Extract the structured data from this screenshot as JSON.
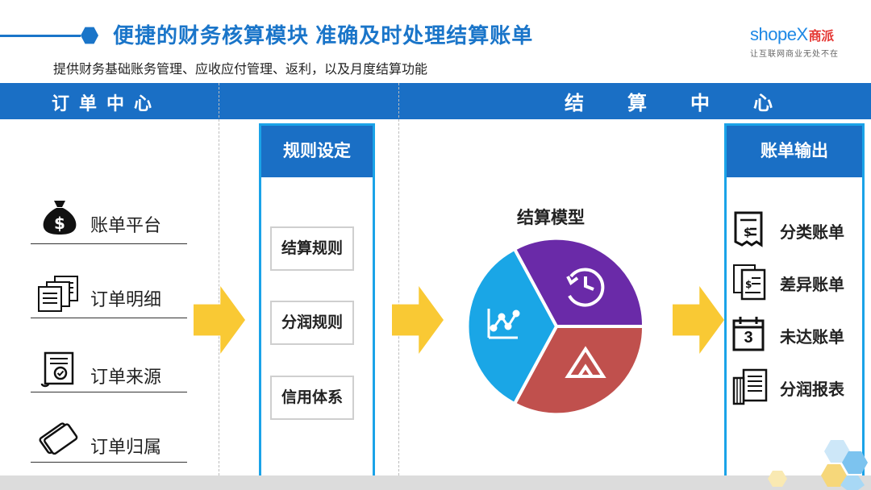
{
  "header": {
    "title": "便捷的财务核算模块 准确及时处理结算账单",
    "subtitle": "提供财务基础账务管理、应收应付管理、返利，以及月度结算功能",
    "logo_text": "shopeX",
    "logo_cn": "商派",
    "logo_tagline": "让互联网商业无处不在"
  },
  "band": {
    "left_label": "订单中心",
    "right_chars": [
      "结",
      "算",
      "中",
      "心"
    ]
  },
  "order_list": [
    {
      "label": "账单平台",
      "icon": "money-bag-icon"
    },
    {
      "label": "订单明细",
      "icon": "documents-icon"
    },
    {
      "label": "订单来源",
      "icon": "certificate-icon"
    },
    {
      "label": "订单归属",
      "icon": "tags-icon"
    }
  ],
  "rules": {
    "title": "规则设定",
    "items": [
      "结算规则",
      "分润规则",
      "信用体系"
    ]
  },
  "model": {
    "title": "结算模型",
    "colors": {
      "purple": "#6a2aa8",
      "blue": "#1aa6e6",
      "red": "#c0504d"
    }
  },
  "output": {
    "title": "账单输出",
    "items": [
      {
        "label": "分类账单",
        "icon": "receipt-icon"
      },
      {
        "label": "差异账单",
        "icon": "invoice-icon"
      },
      {
        "label": "未达账单",
        "icon": "calendar-icon",
        "calendar_day": "3"
      },
      {
        "label": "分润报表",
        "icon": "report-icon"
      }
    ]
  },
  "colors": {
    "primary": "#1a6fc5",
    "accent": "#1aa3e8",
    "arrow": "#f9c934"
  }
}
